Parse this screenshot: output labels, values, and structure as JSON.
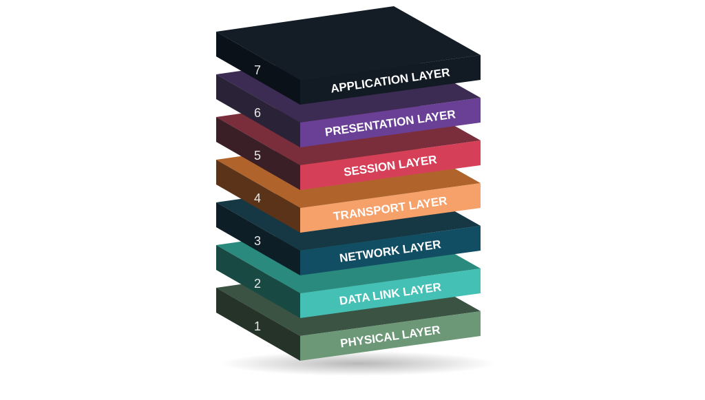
{
  "diagram": {
    "layers": [
      {
        "number": "7",
        "label": "APPLICATION LAYER",
        "front": "#121a24",
        "side": "#0b1118",
        "top": "#141c26"
      },
      {
        "number": "6",
        "label": "PRESENTATION LAYER",
        "front": "#6a3f96",
        "side": "#2a2236",
        "top": "#3c2b52"
      },
      {
        "number": "5",
        "label": "SESSION LAYER",
        "front": "#d63f58",
        "side": "#3a1f26",
        "top": "#7a2e3c"
      },
      {
        "number": "4",
        "label": "TRANSPORT LAYER",
        "front": "#f6a06a",
        "side": "#5b3319",
        "top": "#b0642c"
      },
      {
        "number": "3",
        "label": "NETWORK LAYER",
        "front": "#124e63",
        "side": "#0e1e27",
        "top": "#163845"
      },
      {
        "number": "2",
        "label": "DATA LINK LAYER",
        "front": "#45c0b4",
        "side": "#184a43",
        "top": "#2a8a7e"
      },
      {
        "number": "1",
        "label": "PHYSICAL LAYER",
        "front": "#6d9878",
        "side": "#253329",
        "top": "#3b5343"
      }
    ]
  }
}
